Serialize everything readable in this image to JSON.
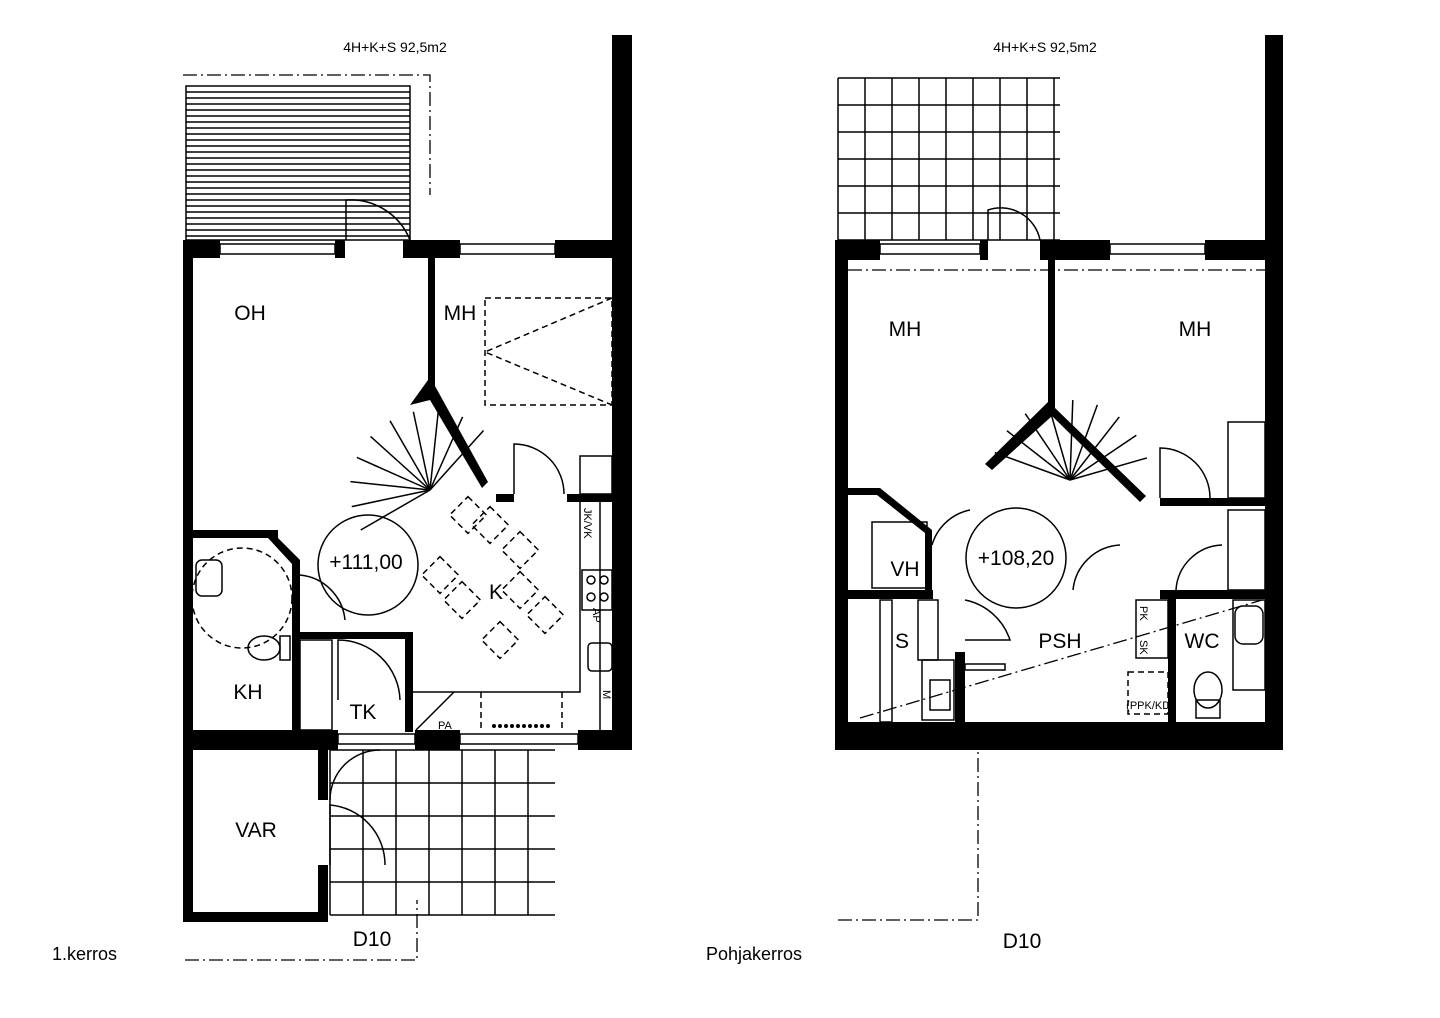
{
  "plans": [
    {
      "caption": "1.kerros",
      "title": "4H+K+S 92,5m2",
      "level": "+111,00",
      "section_mark": "D10",
      "rooms": {
        "oh": "OH",
        "mh": "MH",
        "k": "K",
        "kh": "KH",
        "tk": "TK",
        "var": "VAR"
      },
      "fixtures": {
        "pa": "PA",
        "ap": "AP",
        "jkvk": "JK/VK",
        "m": "M"
      }
    },
    {
      "caption": "Pohjakerros",
      "title": "4H+K+S 92,5m2",
      "level": "+108,20",
      "section_mark": "D10",
      "rooms": {
        "mh1": "MH",
        "mh2": "MH",
        "vh": "VH",
        "s": "S",
        "psh": "PSH",
        "wc": "WC"
      },
      "fixtures": {
        "ppk": "(PPK/KD)",
        "sk": "SK",
        "pk": "PK"
      }
    }
  ]
}
